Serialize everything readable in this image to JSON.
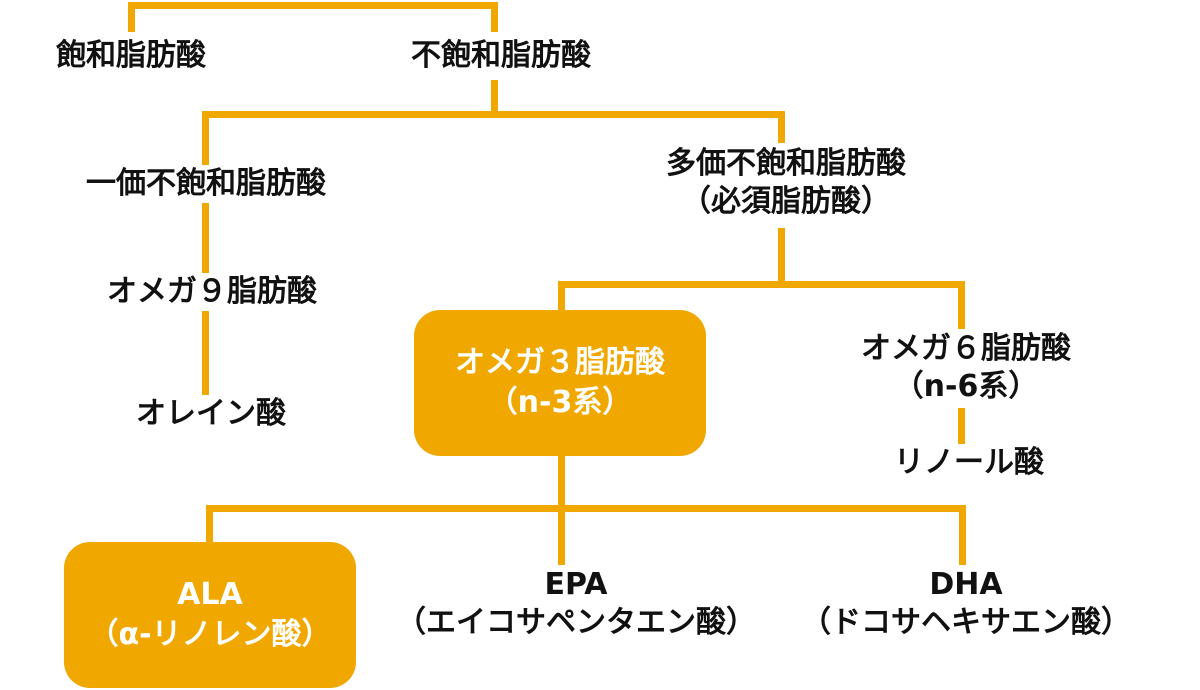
{
  "colors": {
    "accent": "#f0a800",
    "text": "#111111",
    "box_text": "#ffffff"
  },
  "nodes": {
    "saturated": "飽和脂肪酸",
    "unsaturated": "不飽和脂肪酸",
    "monounsaturated": "一価不飽和脂肪酸",
    "polyunsaturated": {
      "line1": "多価不飽和脂肪酸",
      "line2": "（必須脂肪酸）"
    },
    "omega9": "オメガ９脂肪酸",
    "oleic": "オレイン酸",
    "omega3": {
      "line1": "オメガ３脂肪酸",
      "line2": "（n-3系）"
    },
    "omega6": {
      "line1": "オメガ６脂肪酸",
      "line2": "（n-6系）"
    },
    "linoleic": "リノール酸",
    "ala": {
      "line1": "ALA",
      "line2": "（α-リノレン酸）"
    },
    "epa": {
      "line1": "EPA",
      "line2": "（エイコサペンタエン酸）"
    },
    "dha": {
      "line1": "DHA",
      "line2": "（ドコサヘキサエン酸）"
    }
  }
}
